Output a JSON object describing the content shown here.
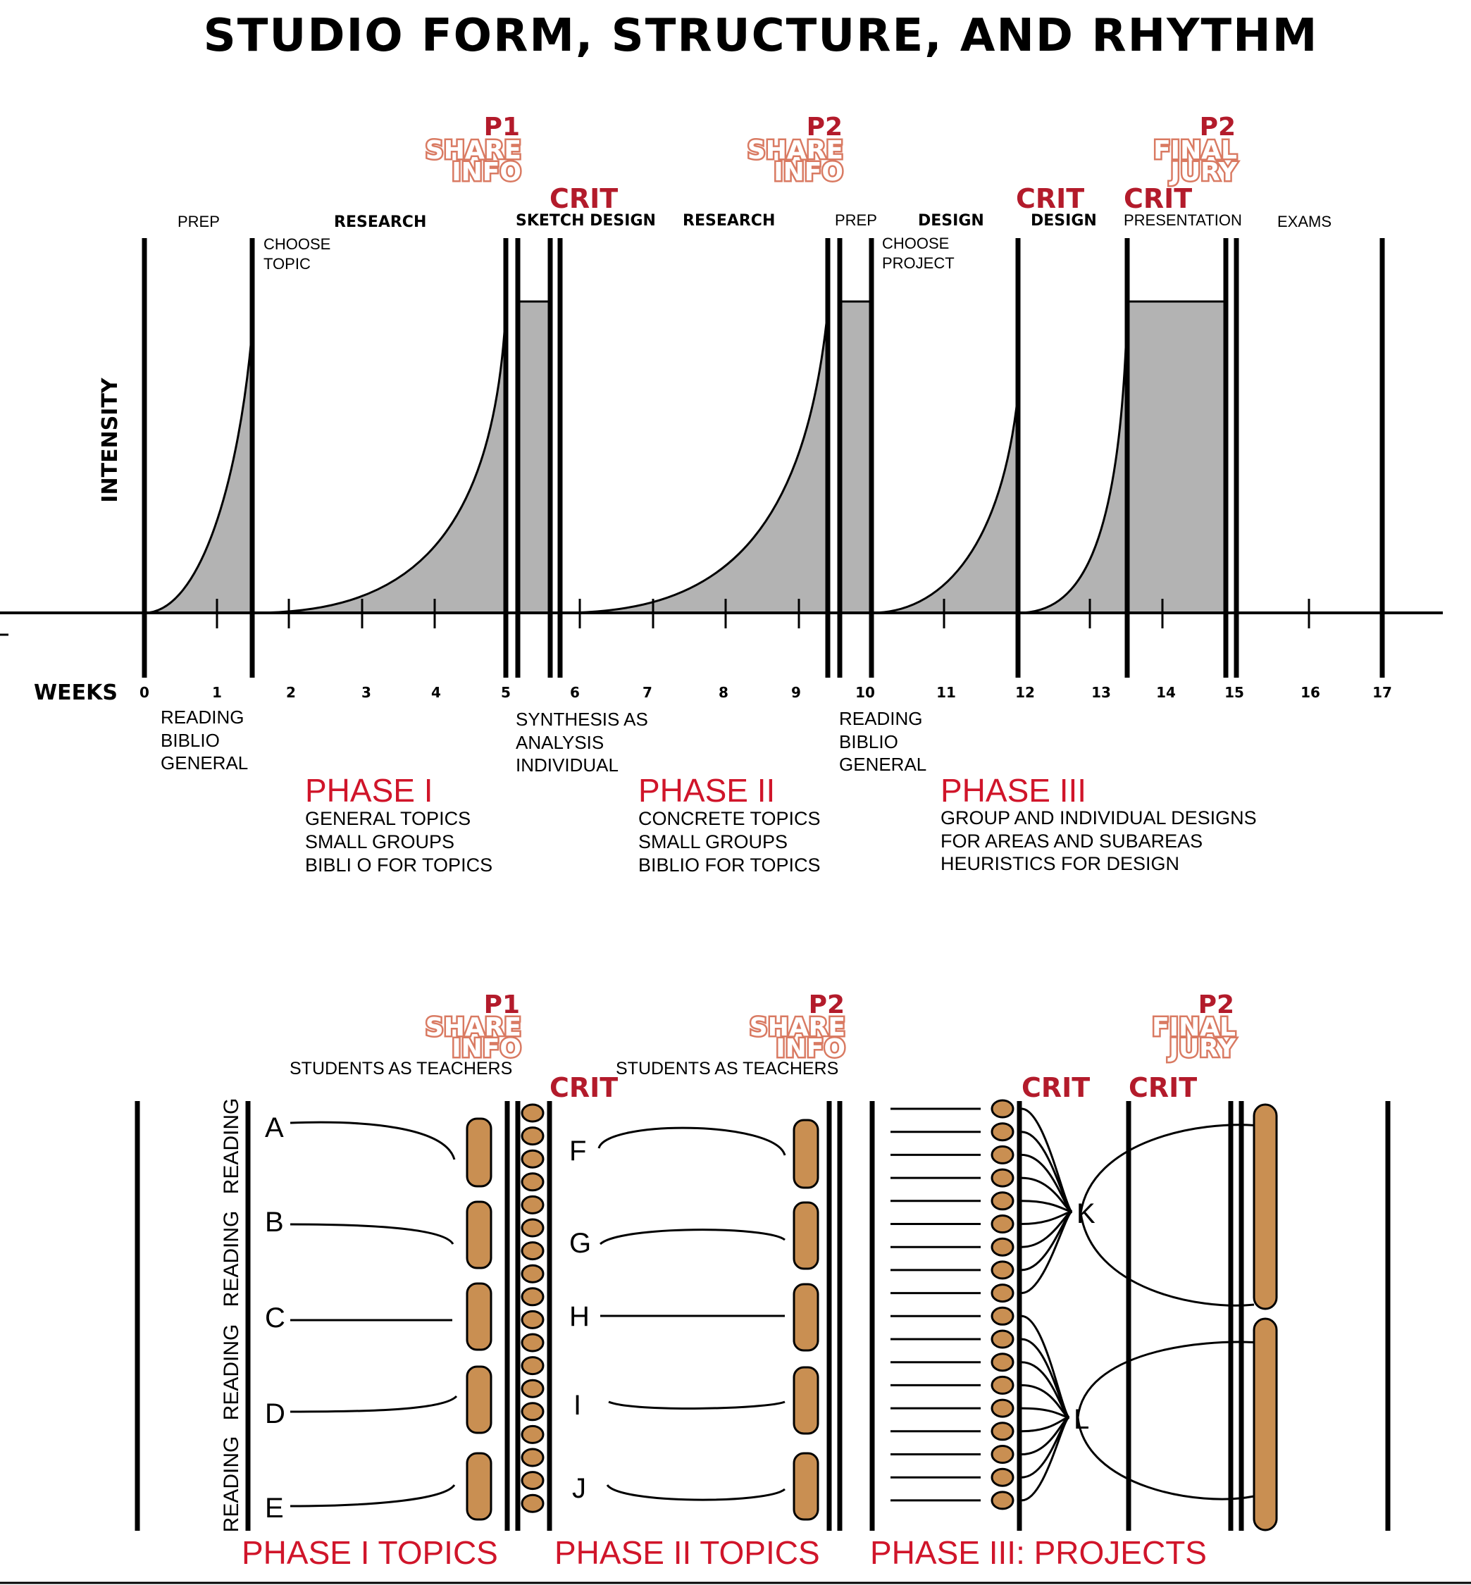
{
  "title": "STUDIO FORM, STRUCTURE, AND RHYTHM",
  "timeline": {
    "y_axis_label": "INTENSITY",
    "x_axis_label": "WEEKS",
    "weeks": [
      "0",
      "1",
      "2",
      "3",
      "4",
      "5",
      "6",
      "7",
      "8",
      "9",
      "10",
      "11",
      "12",
      "13",
      "14",
      "15",
      "16",
      "17"
    ],
    "top_labels": {
      "prep1": "PREP",
      "research1": "RESEARCH",
      "sketch_design": "SKETCH DESIGN",
      "research2": "RESEARCH",
      "prep2": "PREP",
      "design1": "DESIGN",
      "design2": "DESIGN",
      "presentation": "PRESENTATION",
      "exams": "EXAMS"
    },
    "choose_topic": [
      "CHOOSE",
      "TOPIC"
    ],
    "choose_project": [
      "CHOOSE",
      "PROJECT"
    ],
    "milestones": {
      "p1_share": {
        "num": "P1",
        "line1": "SHARE",
        "line2": "INFO"
      },
      "p2_share": {
        "num": "P2",
        "line1": "SHARE",
        "line2": "INFO"
      },
      "p2_final": {
        "num": "P2",
        "line1": "FINAL",
        "line2": "JURY"
      }
    },
    "crit_label": "CRIT",
    "below_notes": {
      "reading1": [
        "READING",
        "BIBLIO",
        "GENERAL"
      ],
      "synthesis": [
        "SYNTHESIS AS",
        "ANALYSIS",
        "INDIVIDUAL"
      ],
      "reading2": [
        "READING",
        "BIBLIO",
        "GENERAL"
      ]
    },
    "phases": [
      {
        "name": "PHASE I",
        "lines": [
          "GENERAL TOPICS",
          "SMALL GROUPS",
          "BIBLI O FOR TOPICS"
        ]
      },
      {
        "name": "PHASE II",
        "lines": [
          "CONCRETE TOPICS",
          "SMALL GROUPS",
          "BIBLIO FOR TOPICS"
        ]
      },
      {
        "name": "PHASE III",
        "lines": [
          "GROUP AND INDIVIDUAL DESIGNS",
          "FOR AREAS AND SUBAREAS",
          "HEURISTICS FOR DESIGN"
        ]
      }
    ],
    "colors": {
      "ramp": "#b3b3b3",
      "accent_red": "#d0152a",
      "share_outline": "#d97a62"
    }
  },
  "structure": {
    "students_as_teachers": "STUDENTS AS TEACHERS",
    "reading_label": "READING",
    "phase1_topics": [
      "A",
      "B",
      "C",
      "D",
      "E"
    ],
    "phase2_topics": [
      "F",
      "G",
      "H",
      "I",
      "J"
    ],
    "phase3_projects": [
      "K",
      "L"
    ],
    "bottom_labels": [
      "PHASE I TOPICS",
      "PHASE II TOPICS",
      "PHASE III: PROJECTS"
    ],
    "colors": {
      "pill": "#c98f52"
    }
  }
}
